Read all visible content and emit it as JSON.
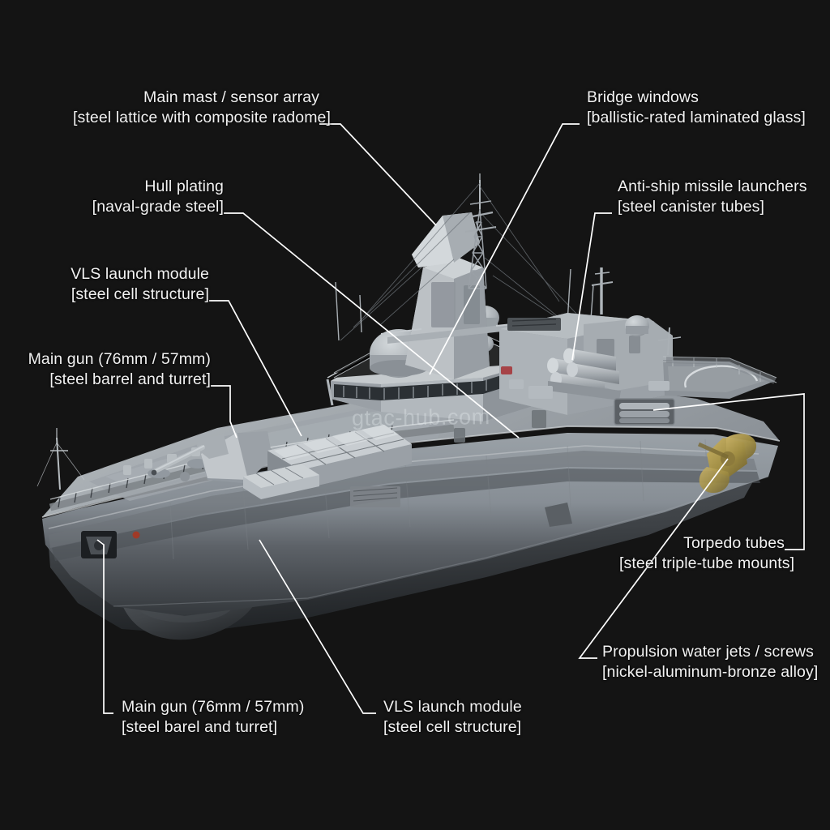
{
  "scene": {
    "title": "Naval frigate 3D render with material callouts",
    "background_color": "#141414",
    "leader_line_color": "#ffffff",
    "label_text_color": "#f2f2f2",
    "watermark": "gtac-hub.com"
  },
  "annotations": [
    {
      "id": "main-mast",
      "title": "Main mast / sensor array",
      "material": "[steel lattice with composite radome]",
      "align": "right"
    },
    {
      "id": "bridge-windows",
      "title": "Bridge windows",
      "material": "[ballistic-rated laminated glass]",
      "align": "left"
    },
    {
      "id": "hull-plating",
      "title": "Hull plating",
      "material": "[naval-grade steel]",
      "align": "right"
    },
    {
      "id": "anti-ship-missile-launchers",
      "title": "Anti-ship missile launchers",
      "material": "[steel canister tubes]",
      "align": "left"
    },
    {
      "id": "vls-launch-module-upper",
      "title": "VLS launch module",
      "material": "[steel cell structure]",
      "align": "right"
    },
    {
      "id": "main-gun-upper",
      "title": "Main gun (76mm / 57mm)",
      "material": "[steel barrel and turret]",
      "align": "right"
    },
    {
      "id": "torpedo-tubes",
      "title": "Torpedo tubes",
      "material": "[steel triple-tube mounts]",
      "align": "right"
    },
    {
      "id": "propulsion-water-jets",
      "title": "Propulsion water jets / screws",
      "material": "[nickel-aluminum-bronze alloy]",
      "align": "left"
    },
    {
      "id": "main-gun-lower",
      "title": "Main gun (76mm / 57mm)",
      "material": "[steel barel and turret]",
      "align": "left"
    },
    {
      "id": "vls-launch-module-lower",
      "title": "VLS launch module",
      "material": "[steel cell structure]",
      "align": "left"
    }
  ],
  "vessel": {
    "type": "stealth frigate / destroyer",
    "view": "three-quarter bow-port elevated",
    "hull_color": "#8e959b",
    "hull_shadow_color": "#3c4146",
    "superstructure_color": "#aeb4b8",
    "propeller_color": "#b09a52"
  }
}
